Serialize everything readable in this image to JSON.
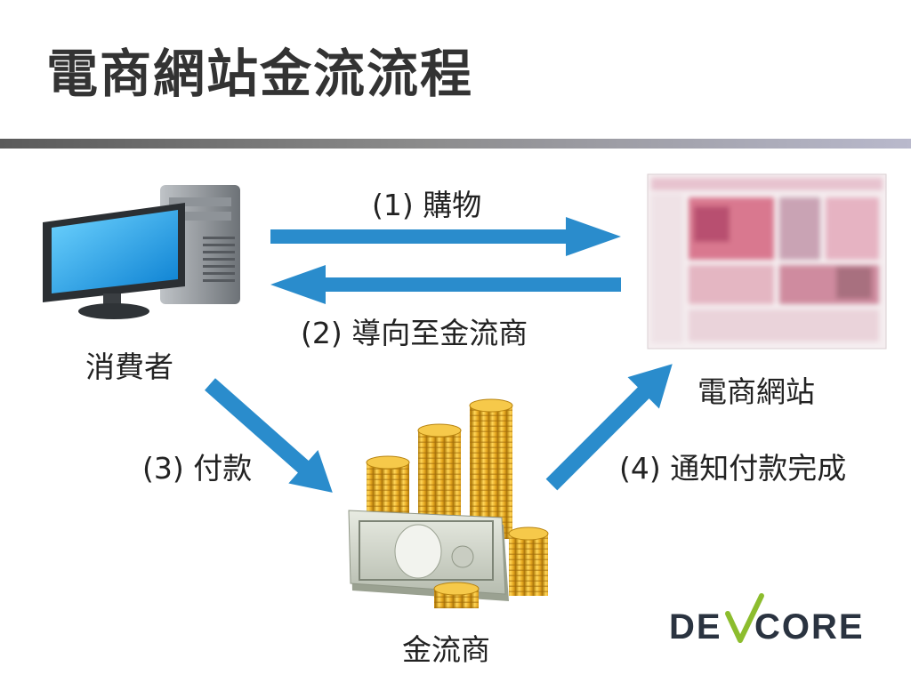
{
  "title": "電商網站金流流程",
  "nodes": {
    "consumer": "消費者",
    "ecommerce": "電商網站",
    "payment_gateway": "金流商"
  },
  "steps": [
    {
      "label": "(1) 購物"
    },
    {
      "label": "(2) 導向至金流商"
    },
    {
      "label": "(3) 付款"
    },
    {
      "label": "(4) 通知付款完成"
    }
  ],
  "logo": {
    "text": "DEVCORE"
  },
  "colors": {
    "arrow": "#2a8ccc",
    "title": "#333333",
    "logo": "#2a3340",
    "logo_accent": "#8cbd2e"
  }
}
